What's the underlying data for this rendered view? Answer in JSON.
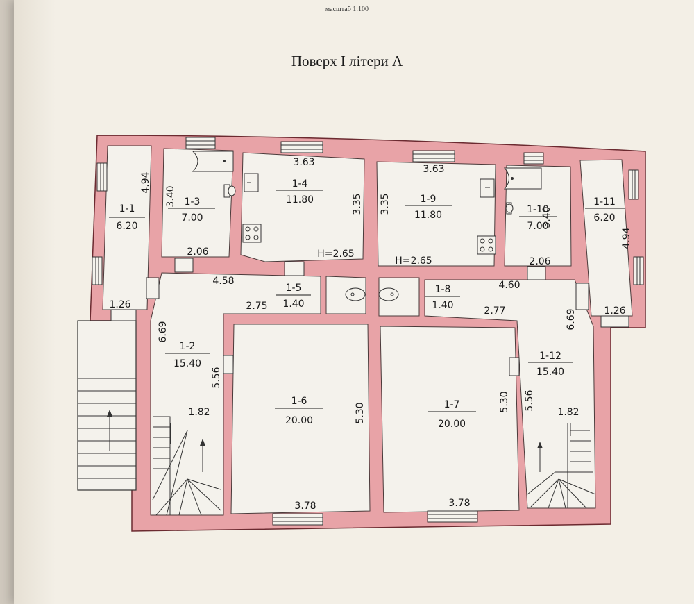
{
  "header": {
    "scale_note": "масштаб 1:100",
    "title": "Поверх I літери  А"
  },
  "colors": {
    "wall_fill": "#e8a3a7",
    "wall_stroke": "#6b2a30",
    "room_fill": "#f4f2ec",
    "text": "#1a1a1a",
    "room_number_red": "#c8323c",
    "height_label": "#2c3f8a"
  },
  "rooms": [
    {
      "id": "1-1",
      "area": "6.20"
    },
    {
      "id": "1-2",
      "area": "15.40"
    },
    {
      "id": "1-3",
      "area": "7.00"
    },
    {
      "id": "1-4",
      "area": "11.80"
    },
    {
      "id": "1-5",
      "area": "1.40"
    },
    {
      "id": "1-6",
      "area": "20.00"
    },
    {
      "id": "1-7",
      "area": "20.00"
    },
    {
      "id": "1-8",
      "area": "1.40"
    },
    {
      "id": "1-9",
      "area": "11.80"
    },
    {
      "id": "1-10",
      "area": "7.00"
    },
    {
      "id": "1-11",
      "area": "6.20"
    },
    {
      "id": "1-12",
      "area": "15.40"
    }
  ],
  "heights": {
    "left": "H=2.65",
    "right": "H=2.65"
  },
  "dims": {
    "d494_left": "4.94",
    "d126_left": "1.26",
    "d340_r3": "3.40",
    "d206_r3": "2.06",
    "d363_r4": "3.63",
    "d335_r4": "3.35",
    "d458": "4.58",
    "d275": "2.75",
    "d669_left": "6.69",
    "d556_left": "5.56",
    "d182_left": "1.82",
    "d530_r6": "5.30",
    "d378_r6": "3.78",
    "d363_r9": "3.63",
    "d335_r9": "3.35",
    "d460": "4.60",
    "d277": "2.77",
    "d206_r10": "2.06",
    "d340_r10": "3.40",
    "d494_right": "4.94",
    "d126_right": "1.26",
    "d669_right": "6.69",
    "d556_right": "5.56",
    "d182_right": "1.82",
    "d530_r7": "5.30",
    "d378_r7": "3.78"
  }
}
